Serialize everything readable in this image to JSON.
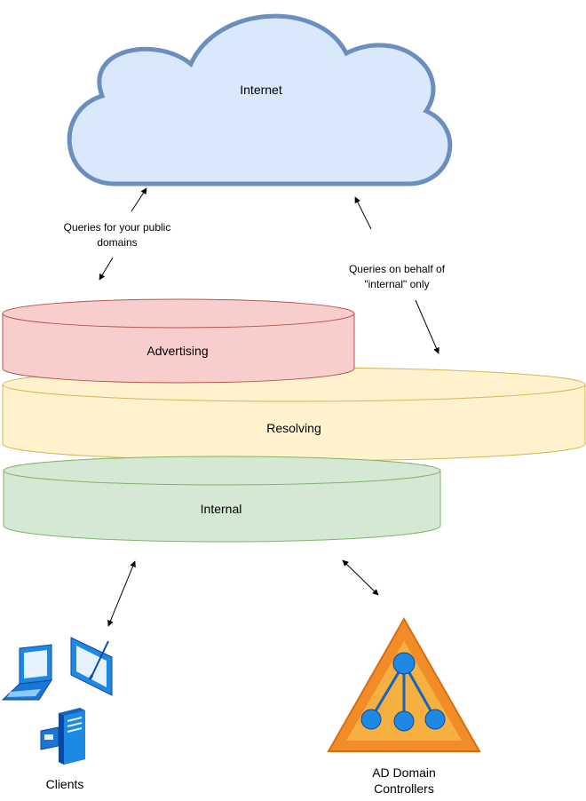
{
  "nodes": {
    "internet": {
      "label": "Internet"
    },
    "advertising": {
      "label": "Advertising"
    },
    "resolving": {
      "label": "Resolving"
    },
    "internal": {
      "label": "Internal"
    },
    "clients": {
      "label": "Clients"
    },
    "ad_controllers": {
      "label_line1": "AD Domain",
      "label_line2": "Controllers"
    }
  },
  "edges": {
    "public_queries": {
      "line1": "Queries for your public",
      "line2": "domains"
    },
    "internal_queries": {
      "line1": "Queries on behalf of",
      "line2": "\"internal\" only"
    }
  },
  "icons": {
    "cloud": "cloud-shape",
    "laptop": "laptop-icon",
    "tablet": "tablet-icon",
    "server": "server-icon",
    "ad_triangle": "active-directory-icon"
  },
  "colors": {
    "cloud_fill": "#dae8fc",
    "cloud_stroke": "#6c8ebf",
    "advertising_fill": "#f8cecc",
    "advertising_stroke": "#b85450",
    "resolving_fill": "#fff2cc",
    "resolving_stroke": "#d6b656",
    "internal_fill": "#d5e8d4",
    "internal_stroke": "#82b366",
    "device_blue": "#1e88e5",
    "ad_orange": "#f28c28"
  }
}
